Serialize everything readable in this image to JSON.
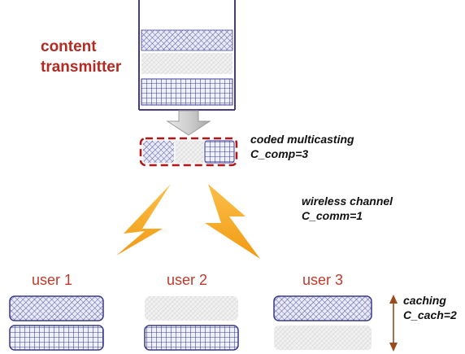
{
  "transmitter": {
    "label_line1": "content",
    "label_line2": "transmitter"
  },
  "multicast": {
    "label": "coded multicasting",
    "cost": "C_comp=3"
  },
  "channel": {
    "label": "wireless channel",
    "cost": "C_comm=1"
  },
  "users": [
    {
      "label": "user 1",
      "caches": [
        "file-a",
        "file-b"
      ]
    },
    {
      "label": "user 2",
      "caches": [
        "file-c",
        "file-b"
      ]
    },
    {
      "label": "user 3",
      "caches": [
        "file-a",
        "file-c"
      ]
    }
  ],
  "caching": {
    "label": "caching",
    "cost": "C_cach=2"
  },
  "colors": {
    "title": "#b22a22",
    "user_label": "#c0392b",
    "outline_blue": "#3a3a8c",
    "dashed_red": "#b01818",
    "lightning": "#f5a623",
    "arrow_gray": "#bdbdbd",
    "caching_arrow": "#9b4a1c"
  }
}
